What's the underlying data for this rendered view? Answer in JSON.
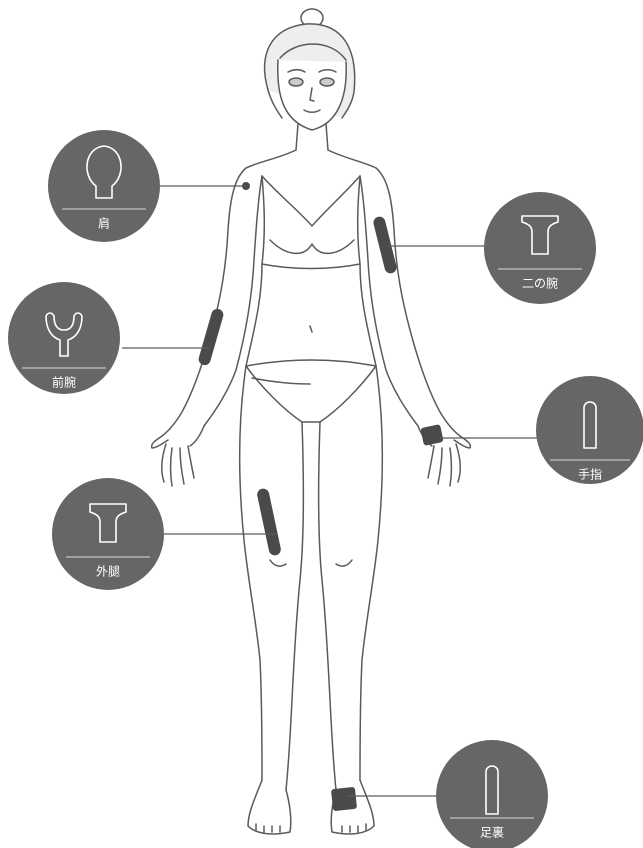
{
  "colors": {
    "badge": "#666666",
    "zone": "#4a4a4a",
    "outline": "#5a5a5a",
    "icon": "#ffffff",
    "label": "#ffffff"
  },
  "zones": [
    {
      "id": "shoulder",
      "label": "肩",
      "attachment_icon": "ball-head-icon"
    },
    {
      "id": "upper-arm",
      "label": "二の腕",
      "attachment_icon": "flat-head-icon"
    },
    {
      "id": "forearm",
      "label": "前腕",
      "attachment_icon": "fork-head-icon"
    },
    {
      "id": "fingers",
      "label": "手指",
      "attachment_icon": "bullet-head-icon"
    },
    {
      "id": "outer-thigh",
      "label": "外腿",
      "attachment_icon": "flat-head-icon"
    },
    {
      "id": "sole",
      "label": "足裏",
      "attachment_icon": "bullet-head-icon"
    }
  ]
}
